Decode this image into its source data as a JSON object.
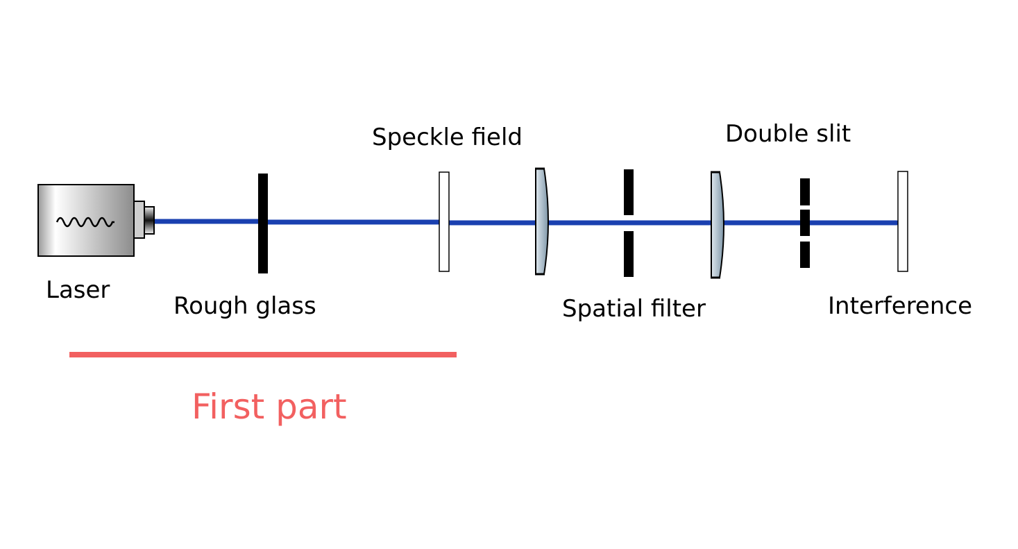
{
  "labels": {
    "laser": "Laser",
    "rough_glass": "Rough glass",
    "speckle_field": "Speckle field",
    "spatial_filter": "Spatial filter",
    "double_slit": "Double slit",
    "interference": "Interference"
  },
  "part": {
    "label": "First part"
  },
  "colors": {
    "beam": "#1a40b0",
    "part_marker": "#f26060",
    "element": "#000000"
  }
}
